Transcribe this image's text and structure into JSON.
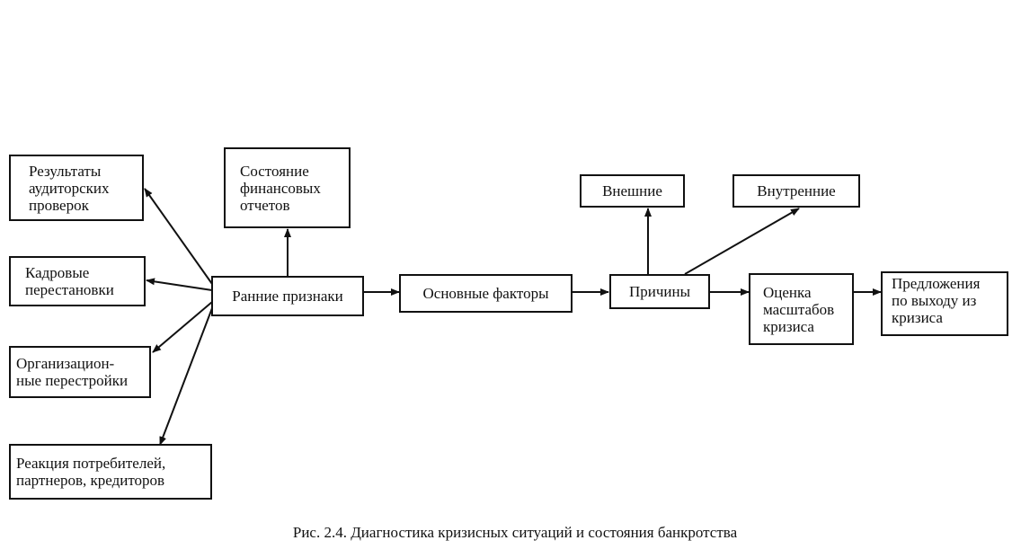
{
  "boxes": {
    "audit_results": "Результаты\nаудиторских\nпроверок",
    "staff_changes": "Кадровые\nперестановки",
    "org_restructuring": "Организацион-\nные перестройки",
    "reaction": "Реакция потребителей,\nпартнеров, кредиторов",
    "financial_statements": "Состояние\nфинансовых\nотчетов",
    "early_signs": "Ранние признаки",
    "main_factors": "Основные факторы",
    "causes": "Причины",
    "external": "Внешние",
    "internal": "Внутренние",
    "crisis_scale": "Оценка\nмасштабов\nкризиса",
    "proposals": "Предложения\nпо выходу из\nкризиса"
  },
  "caption": "Рис. 2.4. Диагностика кризисных ситуаций и состояния банкротства"
}
